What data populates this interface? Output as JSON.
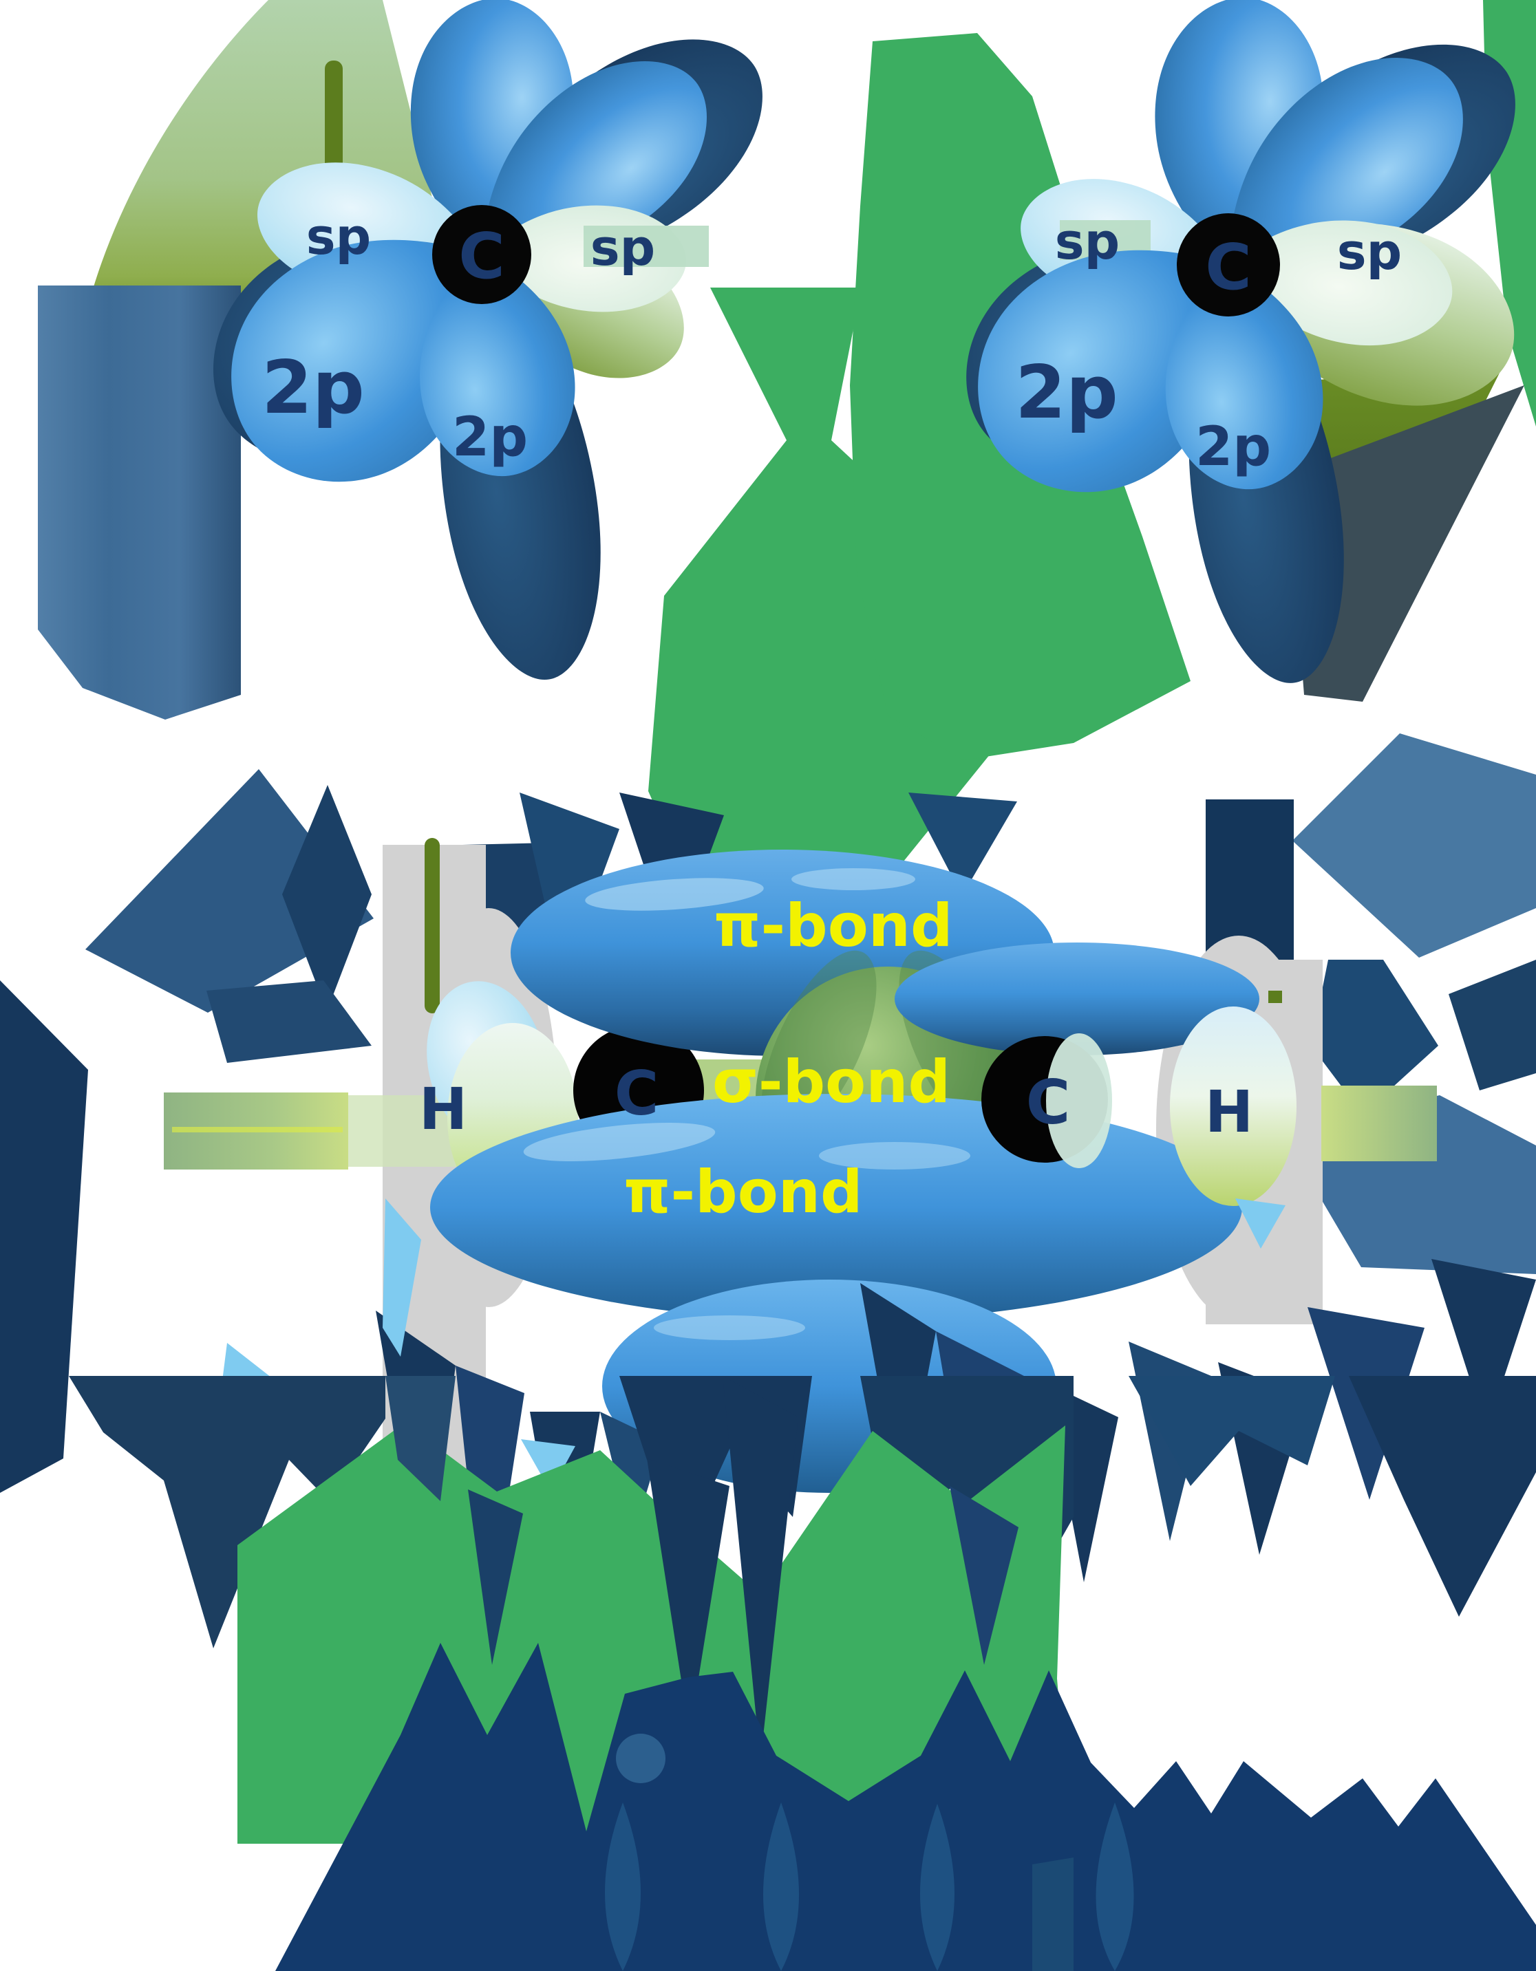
{
  "diagrams": {
    "carbon_left": {
      "nucleus": "C",
      "sp_left": "sp",
      "sp_right": "sp",
      "p_large": "2p",
      "p_small": "2p"
    },
    "carbon_right": {
      "nucleus": "C",
      "sp_left": "sp",
      "sp_right": "sp",
      "p_large": "2p",
      "p_small": "2p"
    }
  },
  "molecule": {
    "h_left": "H",
    "c_left": "C",
    "c_right": "C",
    "h_right": "H",
    "pi_bond_top": "π-bond",
    "sigma_bond": "σ-bond",
    "pi_bond_bottom": "π-bond"
  },
  "colors": {
    "background_green": "#3cae61",
    "navy_spike": "#16375c",
    "steel_blue": "#4878a2",
    "orbital_blue": "#3a8fd6",
    "orbital_cyan": "#b5e2f4",
    "sigma_green": "#5d9150",
    "gray_band": "#d2d2d2",
    "label_navy": "#1b3a6e",
    "label_yellow": "#f2f200",
    "letters_blue": "#133a6c"
  }
}
